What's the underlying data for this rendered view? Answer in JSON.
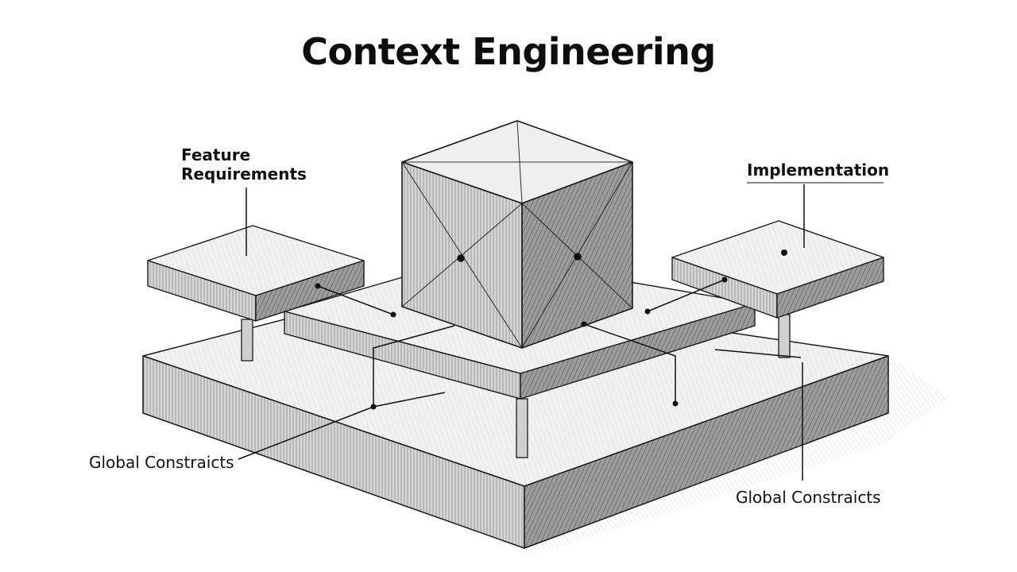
{
  "title": "Context Engineering",
  "labels": {
    "feature_requirements": "Feature\nRequirements",
    "implementation": "Implementation",
    "global_constraints_left": "Global Constraicts",
    "global_constraints_right": "Global Constraicts"
  },
  "style": {
    "ink": "#1a1a1a",
    "shade_light": "#efefef",
    "shade_mid": "#bdbdbd",
    "shade_dark": "#6e6e6e"
  }
}
